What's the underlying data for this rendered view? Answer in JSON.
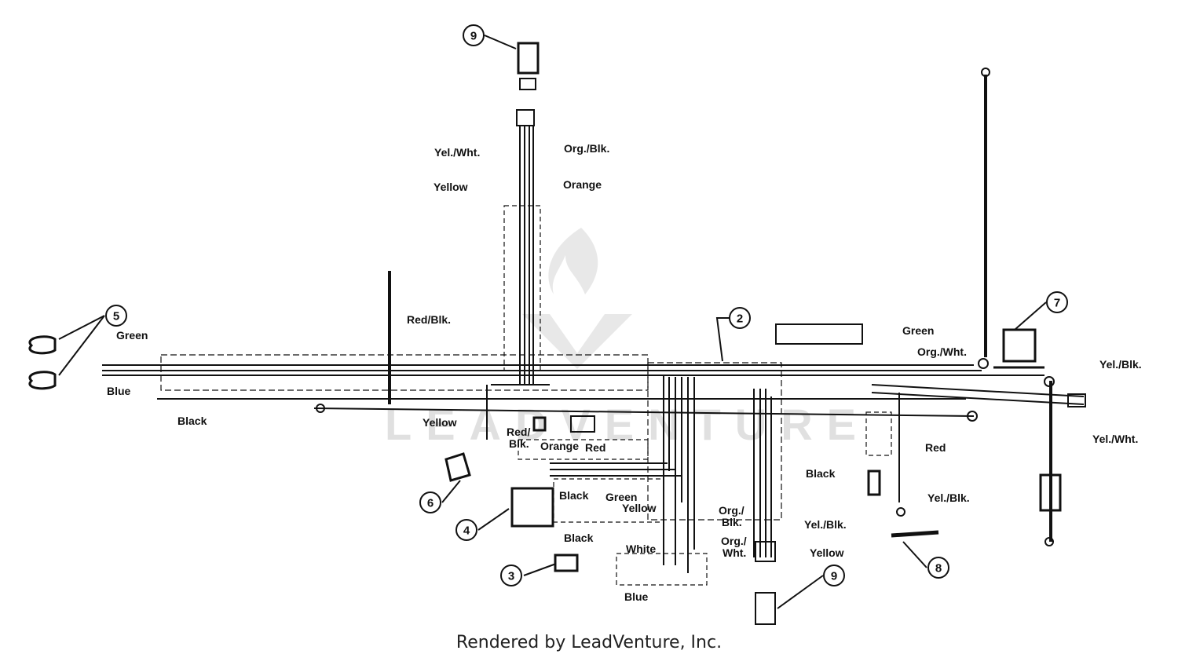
{
  "diagram": {
    "callouts": [
      "9",
      "5",
      "2",
      "7",
      "6",
      "4",
      "3",
      "8",
      "9"
    ],
    "wire_labels": {
      "yel_wht_top": "Yel./Wht.",
      "org_blk_top": "Org./Blk.",
      "yellow_top": "Yellow",
      "orange_top": "Orange",
      "red_blk_left": "Red/Blk.",
      "green_left": "Green",
      "blue_left": "Blue",
      "black_left": "Black",
      "yellow_mid": "Yellow",
      "red_blk_mid1": "Red/",
      "red_blk_mid2": "Blk.",
      "orange_mid": "Orange",
      "red_mid": "Red",
      "black_mid": "Black",
      "green_mid": "Green",
      "yellow_mid2": "Yellow",
      "black_low": "Black",
      "white_low": "White",
      "blue_low": "Blue",
      "green_right": "Green",
      "org_wht_right": "Org./Wht.",
      "yel_blk_far": "Yel./Blk.",
      "yel_wht_far": "Yel./Wht.",
      "red_right": "Red",
      "black_right": "Black",
      "yel_blk_right": "Yel./Blk.",
      "org_blk_low1": "Org./",
      "org_blk_low2": "Blk.",
      "org_wht_low1": "Org./",
      "org_wht_low2": "Wht.",
      "yel_blk_low": "Yel./Blk.",
      "yellow_low": "Yellow"
    },
    "watermark": "LEADVENTURE"
  },
  "footer": "Rendered by LeadVenture, Inc."
}
